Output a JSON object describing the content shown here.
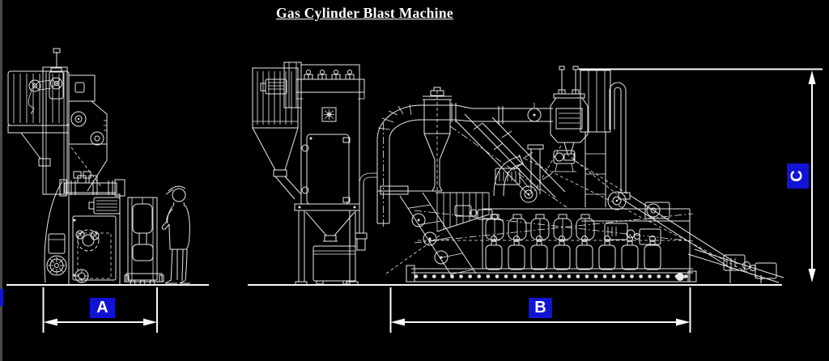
{
  "title": {
    "text": "Gas Cylinder Blast Machine"
  },
  "dimension_labels": {
    "a": "A",
    "b": "B",
    "c": "C"
  },
  "colors": {
    "background": "#000000",
    "line": "#e9e9e9",
    "dim_line": "#fafafa",
    "label_bg": "#1114d4",
    "label_text": "#ffffff",
    "left_border": "#4a4a4a"
  }
}
